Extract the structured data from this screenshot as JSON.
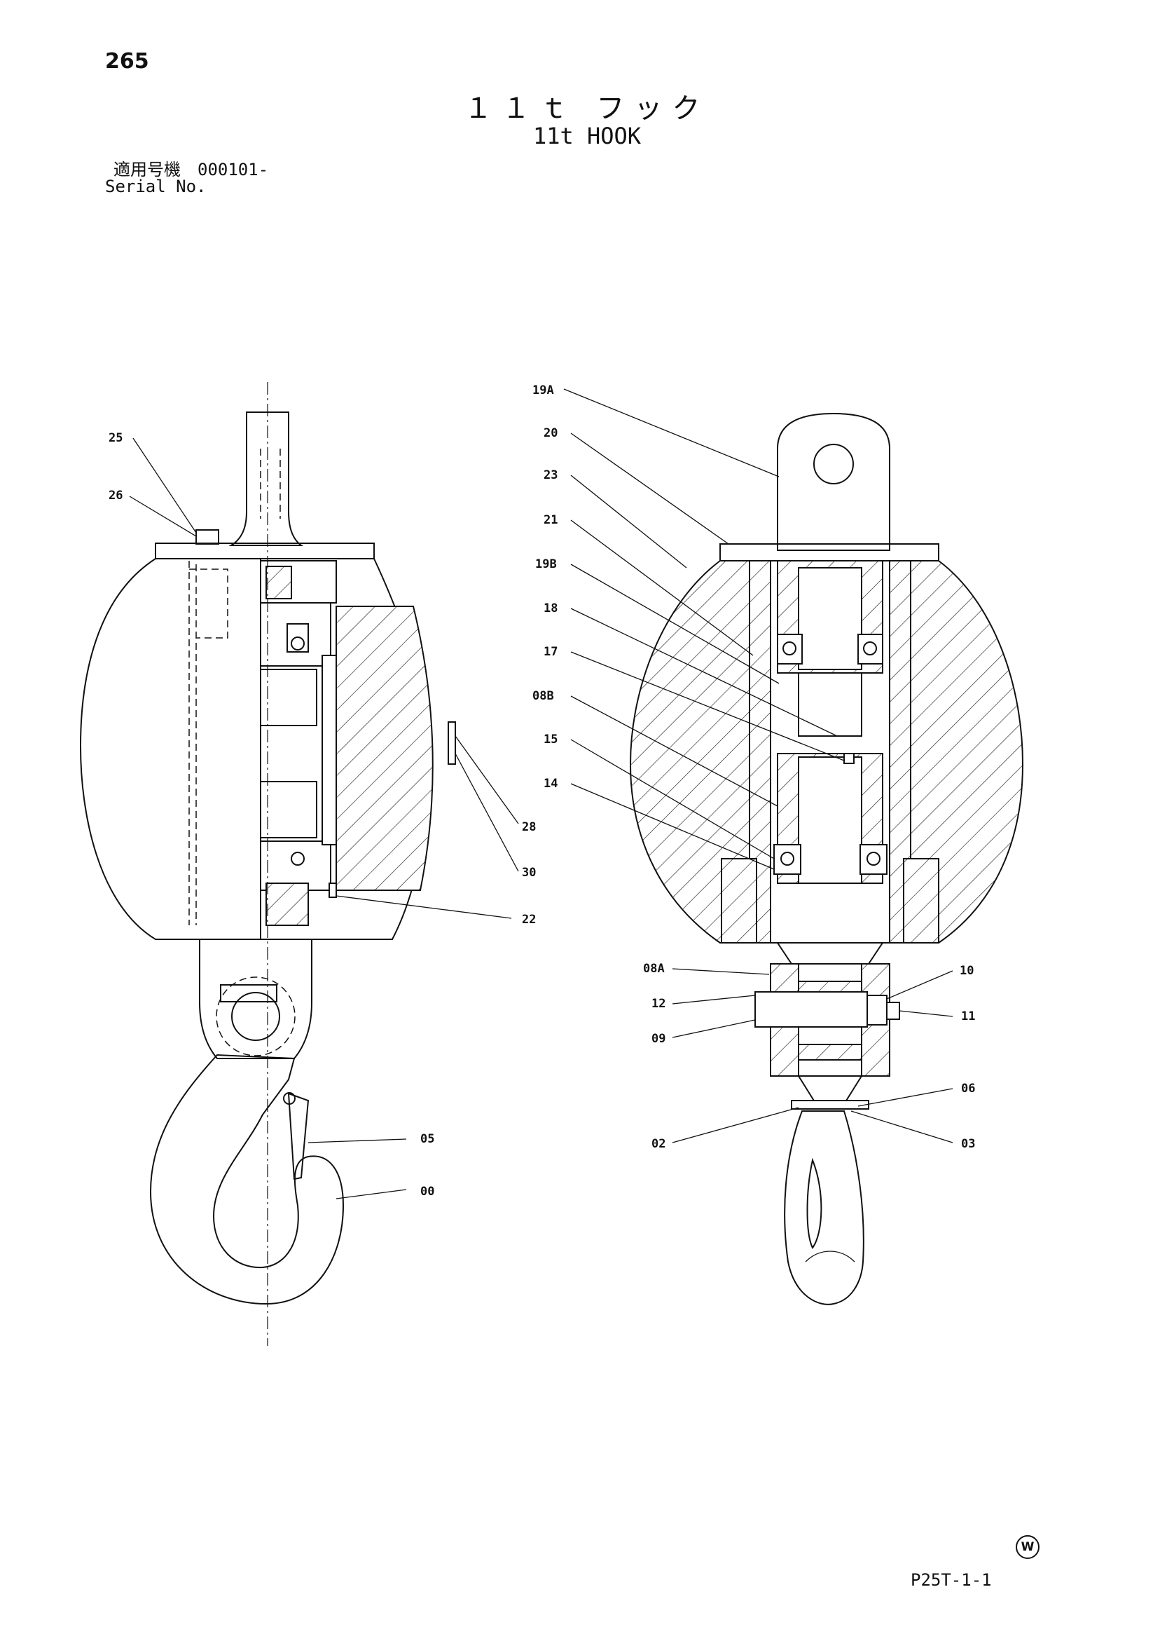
{
  "header": {
    "page_number": "265",
    "title_jp": "１１ｔ フック",
    "title_en": "11t HOOK",
    "serial_label_jp": "適用号機　000101-",
    "serial_label_en": "Serial No."
  },
  "callouts": {
    "left": [
      "25",
      "26",
      "28",
      "30",
      "22",
      "05",
      "00"
    ],
    "right": [
      "19A",
      "20",
      "23",
      "21",
      "19B",
      "18",
      "17",
      "08B",
      "15",
      "14",
      "08A",
      "12",
      "09",
      "10",
      "11",
      "06",
      "02",
      "03"
    ]
  },
  "footer": {
    "drawing_code": "P25T-1-1",
    "mark": "W"
  }
}
